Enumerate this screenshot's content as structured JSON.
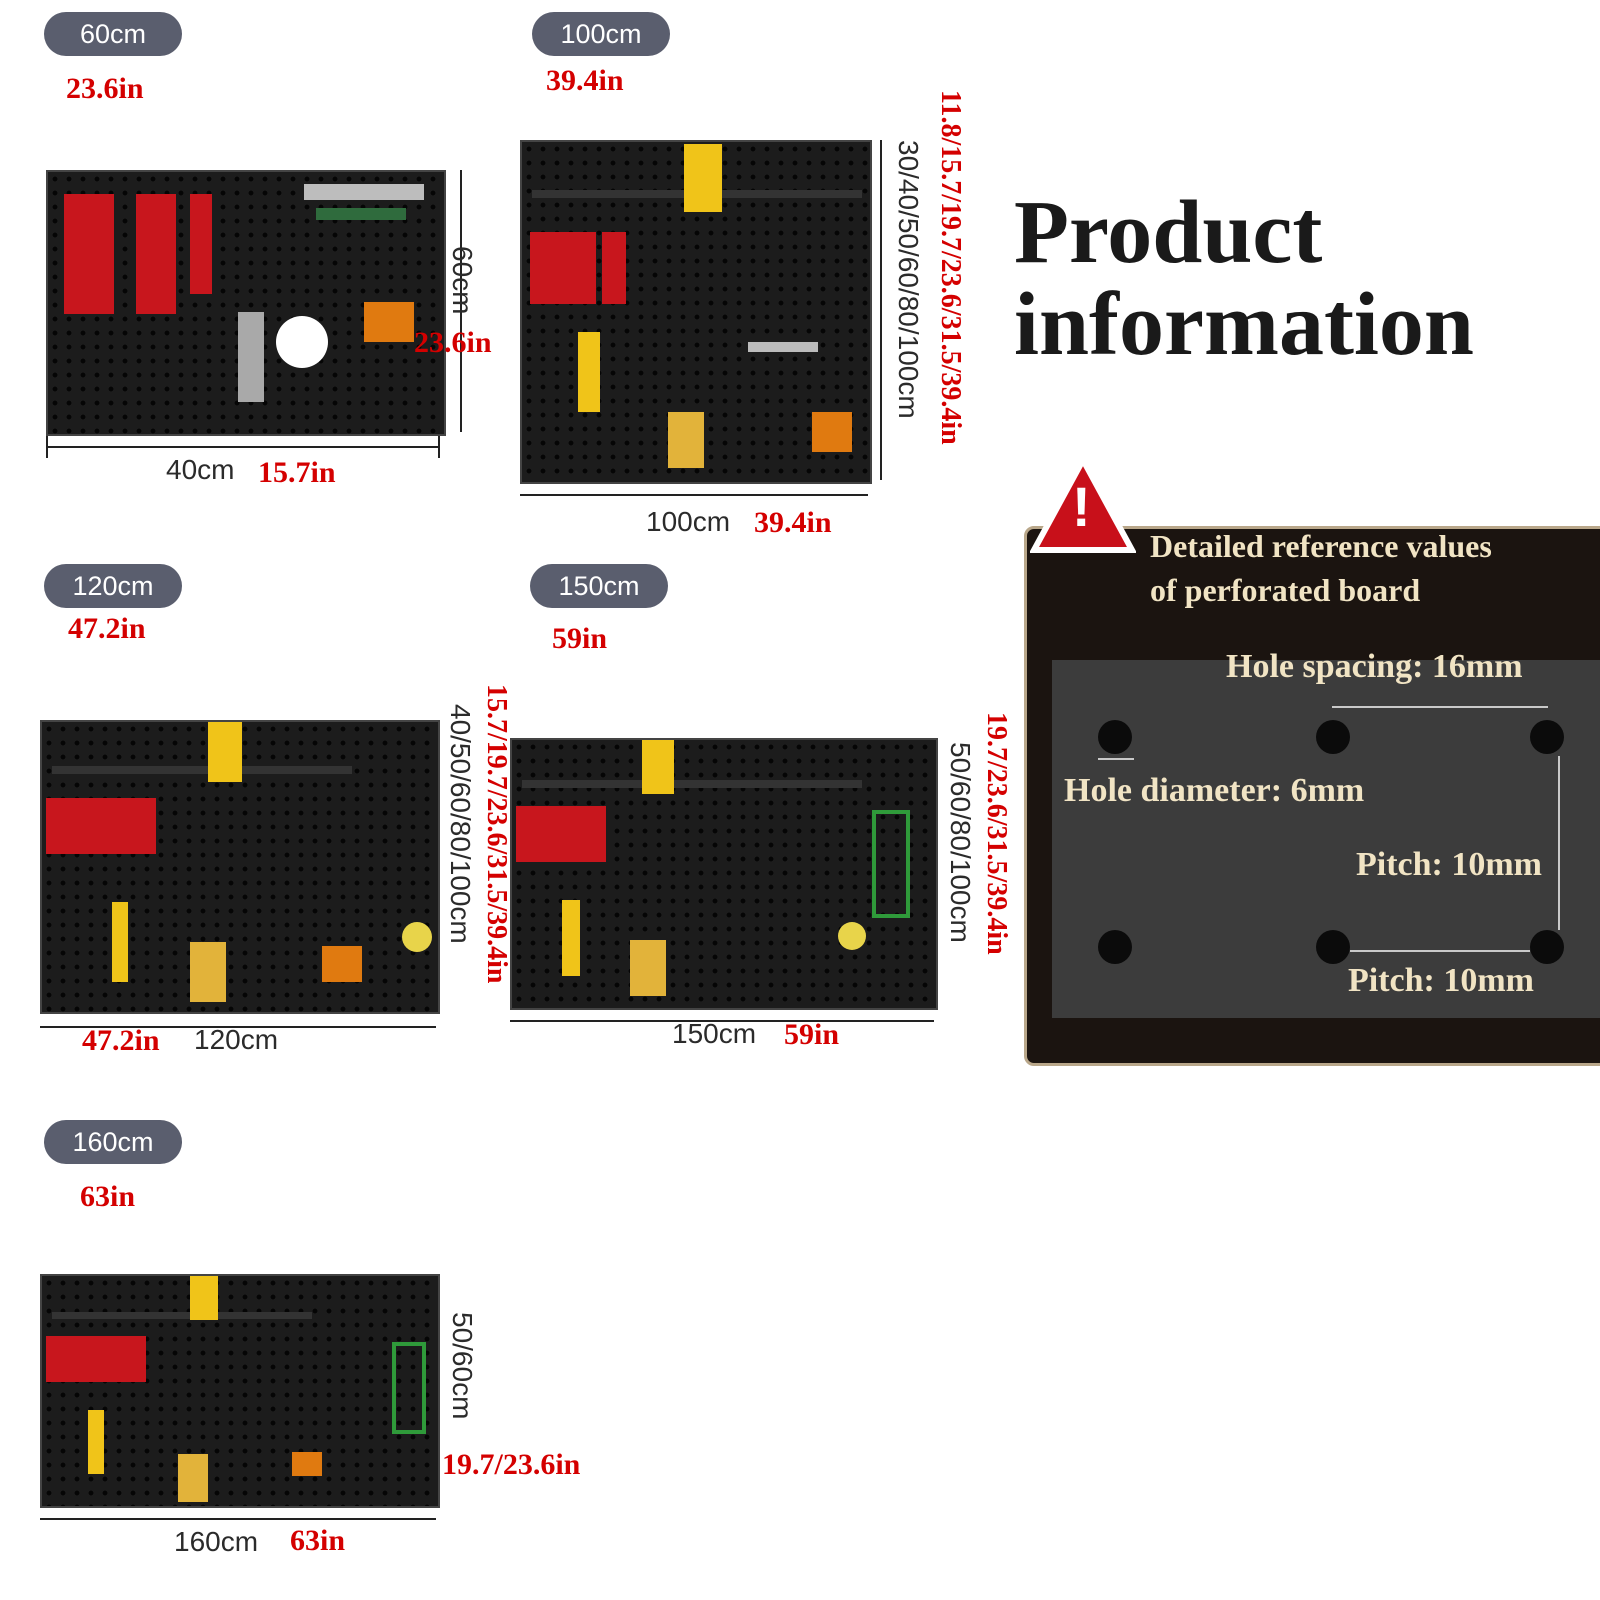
{
  "sizes": [
    {
      "pill": "60cm",
      "inch": "23.6in",
      "width_cm": "40cm",
      "width_in": "15.7in",
      "height_cm": "60cm",
      "height_in": "23.6in"
    },
    {
      "pill": "100cm",
      "inch": "39.4in",
      "width_cm": "100cm",
      "width_in": "39.4in",
      "height_cm": "30/40/50/60/80/100cm",
      "height_in": "11.8/15.7/19.7/23.6/31.5/39.4in"
    },
    {
      "pill": "120cm",
      "inch": "47.2in",
      "width_cm": "120cm",
      "width_in": "47.2in",
      "height_cm": "40/50/60/80/100cm",
      "height_in": "15.7/19.7/23.6/31.5/39.4in"
    },
    {
      "pill": "150cm",
      "inch": "59in",
      "width_cm": "150cm",
      "width_in": "59in",
      "height_cm": "50/60/80/100cm",
      "height_in": "19.7/23.6/31.5/39.4in"
    },
    {
      "pill": "160cm",
      "inch": "63in",
      "width_cm": "160cm",
      "width_in": "63in",
      "height_cm": "50/60cm",
      "height_in": "19.7/23.6in"
    }
  ],
  "heading": {
    "line1": "Product",
    "line2": "information"
  },
  "reference": {
    "title_line1": "Detailed reference values",
    "title_line2": "of perforated board",
    "hole_spacing": "Hole spacing: 16mm",
    "hole_diameter": "Hole diameter: 6mm",
    "pitch_vertical": "Pitch: 10mm",
    "pitch_horizontal": "Pitch: 10mm",
    "warning_symbol": "!"
  },
  "colors": {
    "accent_red": "#d40000",
    "pill_gray": "#5a5e6e",
    "board": "#1c1c1c",
    "panel": "#1b1410",
    "cream": "#f1e4c4"
  }
}
